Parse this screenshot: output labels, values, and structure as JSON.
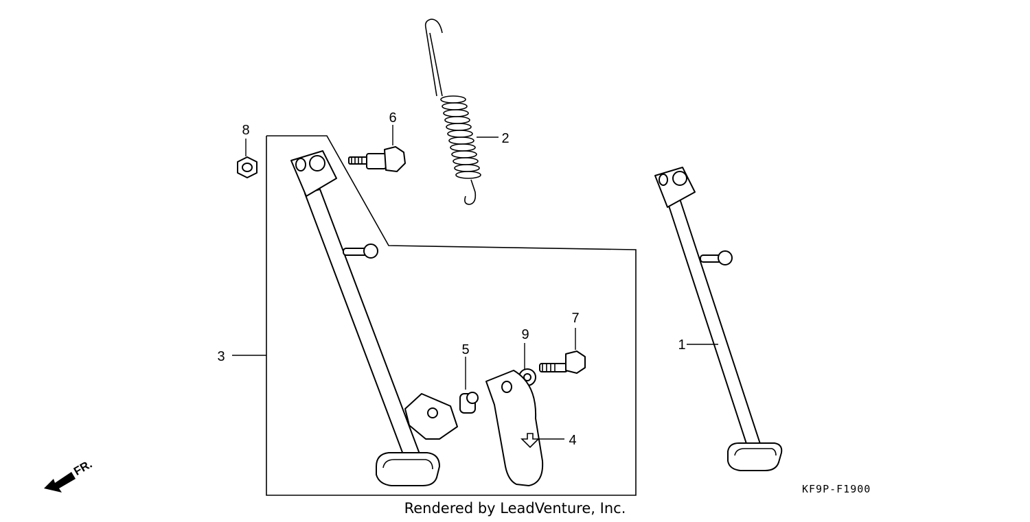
{
  "callouts": {
    "c1": "1",
    "c2": "2",
    "c3": "3",
    "c4": "4",
    "c5": "5",
    "c6": "6",
    "c7": "7",
    "c8": "8",
    "c9": "9"
  },
  "front_arrow": {
    "label": "FR."
  },
  "drawing_code": "KF9P-F1900",
  "footer": {
    "credit": "Rendered by LeadVenture, Inc."
  }
}
